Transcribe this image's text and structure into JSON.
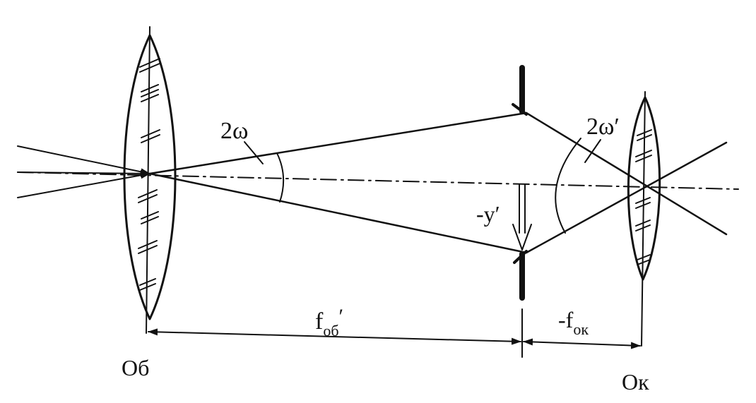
{
  "labels": {
    "objective": "Об",
    "eyepiece": "Ок",
    "angle_objective": "2ω",
    "angle_eyepiece": "2ω′",
    "image_size": "-y′",
    "focal_objective_base": "f",
    "focal_objective_sub": "об",
    "focal_objective_prime": "′",
    "focal_eyepiece_prefix": "-f",
    "focal_eyepiece_sub": "ок"
  },
  "colors": {
    "ink": "#111111",
    "background": "#ffffff"
  }
}
